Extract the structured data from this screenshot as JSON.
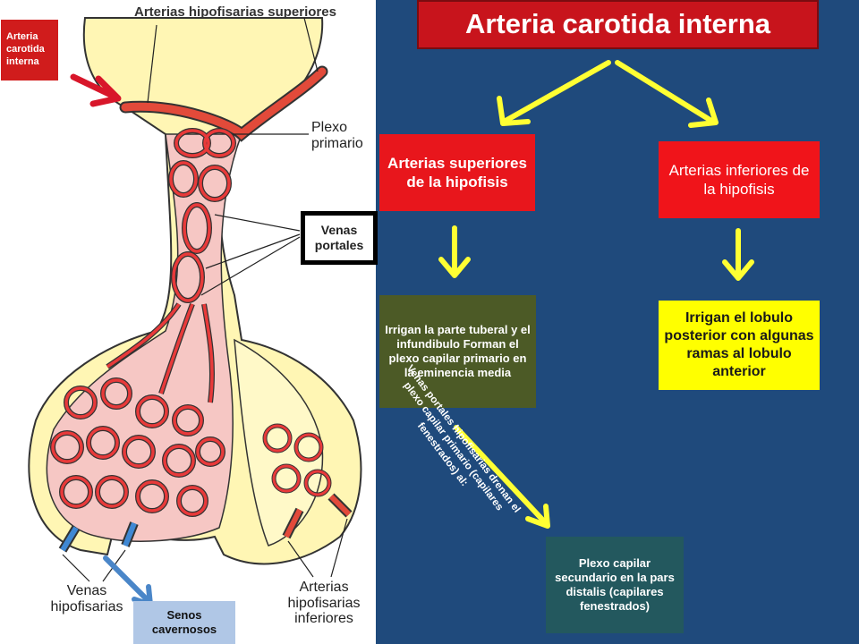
{
  "title": "Arteria carotida interna",
  "nodes": {
    "sup": "Arterias superiores de la hipofisis",
    "inf": "Arterias inferiores de la hipofisis",
    "irr_sup": "Irrigan la parte tuberal y el infundibulo Forman el plexo capilar primario en la eminencia media",
    "irr_inf": "Irrigan  el lobulo posterior con algunas ramas al lobulo anterior",
    "plexo_sec": "Plexo capilar secundario en la pars distalis (capilares fenestrados)",
    "venas_caption": "Venas portales hipofisarias drenan el plexo capilar primario (capilares fenestrados)  al:"
  },
  "illustration": {
    "aci_label": "Arteria carotida interna",
    "arterias_sup_label": "Arterias hipofisarias superiores",
    "plexo_label": "Plexo primario",
    "venas_portales_label": "Venas portales",
    "venas_hip_label": "Venas hipofisarias",
    "arterias_inf_label": "Arterias hipofisarias inferiores",
    "senos_label": "Senos cavernosos"
  },
  "colors": {
    "background": "#1f4a7c",
    "arrow": "#ffff33",
    "red_box": "#e8161c",
    "tissue": "#fff9b0",
    "vessel": "#e83a3a",
    "blue_vein": "#3f88d4"
  }
}
